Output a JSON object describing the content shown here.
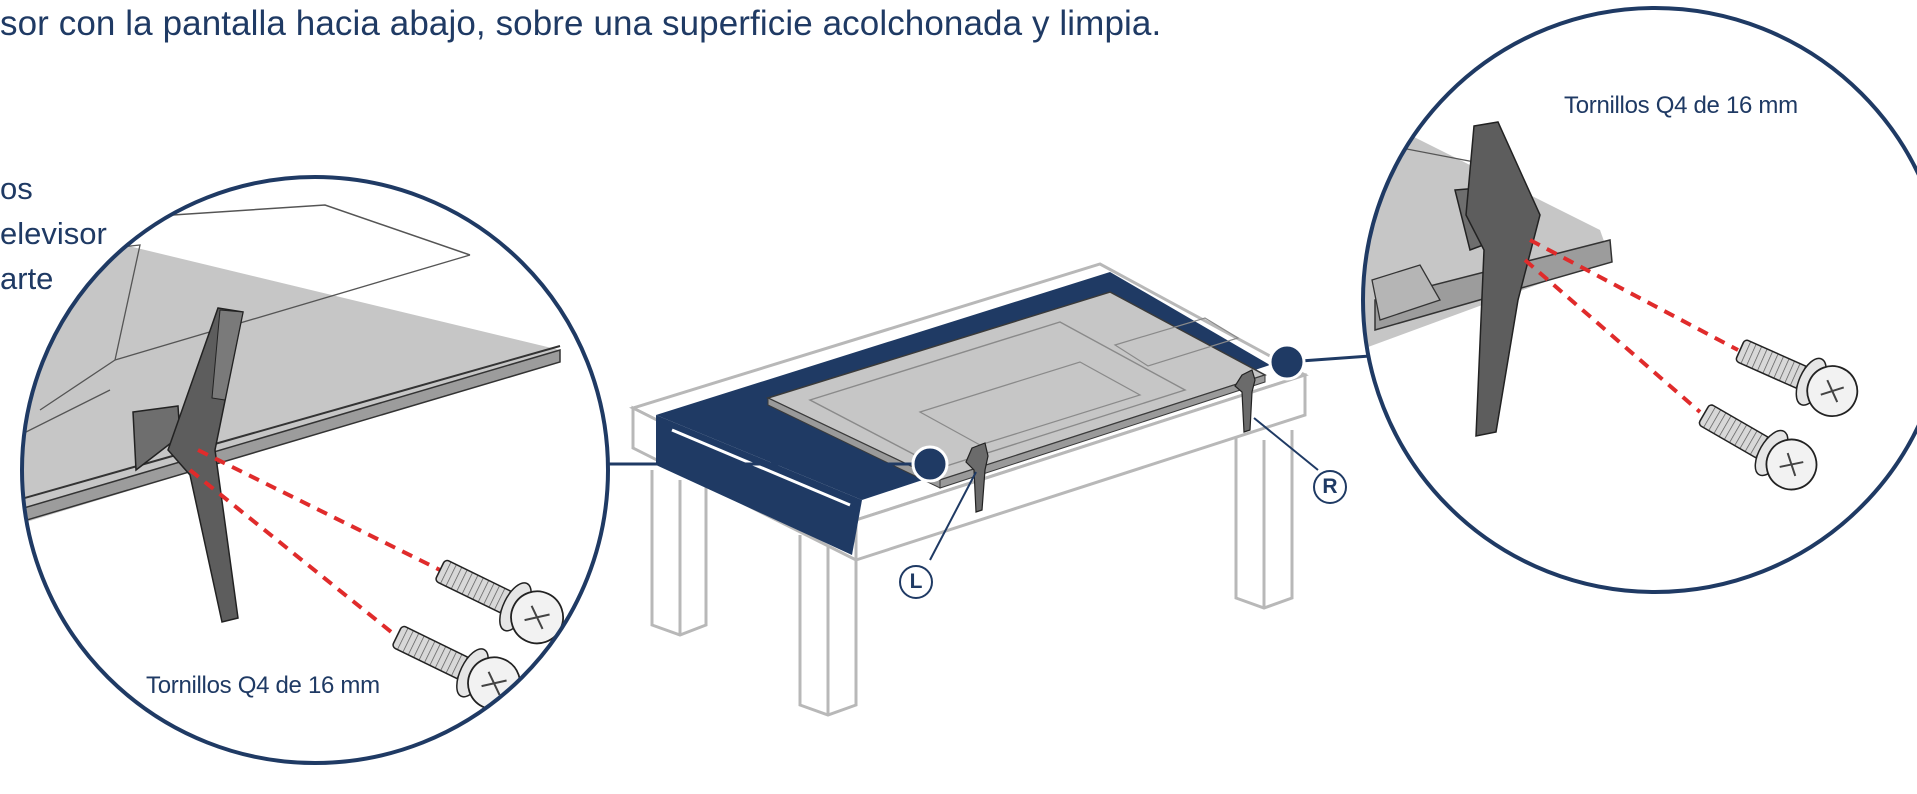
{
  "instruction": {
    "headline": "sor con la pantalla hacia abajo, sobre una superficie acolchonada y limpia.",
    "side_lines": [
      "os",
      "elevisor",
      "arte"
    ]
  },
  "callouts": {
    "left": {
      "screw_label": "Tornillos Q4 de 16 mm"
    },
    "right": {
      "screw_label": "Tornillos Q4 de 16 mm"
    }
  },
  "markers": {
    "left_stand": "L",
    "right_stand": "R"
  },
  "colors": {
    "navy": "#1f3a64",
    "screw_line": "#e02b2b",
    "tv_gray": "#c6c6c6",
    "outline": "#3a3a3a"
  }
}
